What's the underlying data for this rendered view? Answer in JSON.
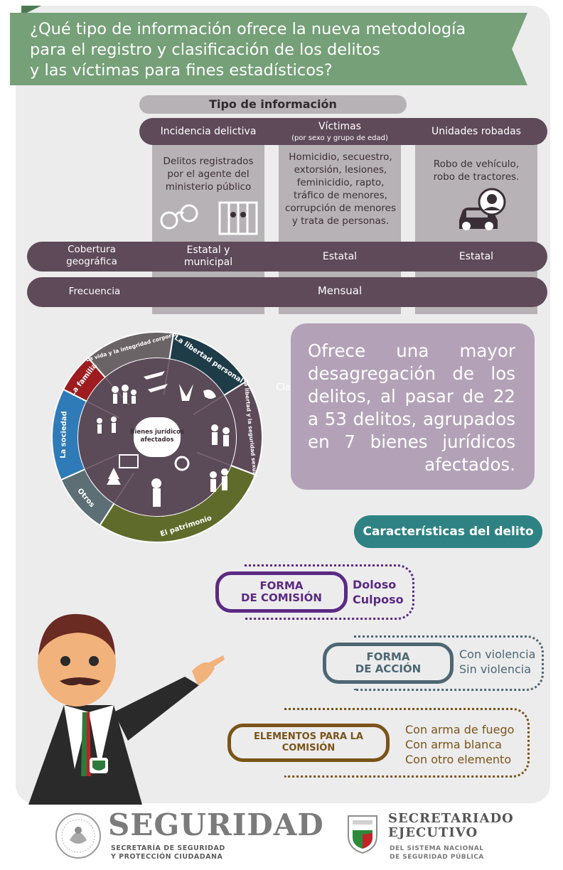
{
  "banner": {
    "title_line1": "¿Qué tipo de información ofrece la nueva metodología",
    "title_line2": "para el registro y clasificación de los delitos",
    "title_line3": "y las víctimas para fines estadísticos?"
  },
  "table": {
    "header": "Tipo de información",
    "columns": [
      {
        "title": "Incidencia delictiva",
        "subtitle": "",
        "description": "Delitos registrados por el agente del ministerio público"
      },
      {
        "title": "Víctimas",
        "subtitle": "(por sexo y grupo de edad)",
        "description": "Homicidio, secuestro, extorsión, lesiones, feminicidio, rapto, tráfico de menores, corrupción de menores y trata de personas."
      },
      {
        "title": "Unidades robadas",
        "subtitle": "",
        "description": "Robo de vehículo, robo de tractores."
      }
    ],
    "rows": [
      {
        "label_line1": "Cobertura",
        "label_line2": "geográfica",
        "values": [
          "Estatal y municipal",
          "Estatal",
          "Estatal"
        ]
      },
      {
        "label_line1": "Frecuencia",
        "label_line2": "",
        "values": [
          "Mensual"
        ]
      }
    ]
  },
  "wheel": {
    "center_label": "Bienes jurídicos afectados",
    "segments": [
      {
        "label": "La vida y la integridad corporal",
        "color": "#6b6466"
      },
      {
        "label": "La libertad personal",
        "color": "#1e3c48"
      },
      {
        "label": "La libertad y la seguridad sexual",
        "color": "#5d4a58"
      },
      {
        "label": "El patrimonio",
        "color": "#5f6b2a"
      },
      {
        "label": "Otros",
        "color": "#5b6f75"
      },
      {
        "label": "La sociedad",
        "color": "#2f7bb7"
      },
      {
        "label": "La familia",
        "color": "#9c1c1f"
      }
    ]
  },
  "callout": {
    "text": "Ofrece una mayor desagregación de los delitos, al pasar de 22 a 53 delitos, agrupados en 7 bienes jurídicos afectados."
  },
  "characteristics": {
    "title": "Características del delito",
    "items": [
      {
        "label_line1": "FORMA",
        "label_line2": "DE COMISIÓN",
        "options": [
          "Doloso",
          "Culposo"
        ],
        "color": "#5b2a82"
      },
      {
        "label_line1": "FORMA",
        "label_line2": "DE ACCIÓN",
        "options": [
          "Con violencia",
          "Sin violencia"
        ],
        "color": "#4d6772"
      },
      {
        "label_line1": "ELEMENTOS PARA LA",
        "label_line2": "COMISIÓN",
        "options": [
          "Con arma de fuego",
          "Con arma blanca",
          "Con otro elemento"
        ],
        "color": "#7a5418"
      }
    ]
  },
  "footer": {
    "left_title": "SEGURIDAD",
    "left_sub1": "SECRETARÍA DE SEGURIDAD",
    "left_sub2": "Y PROTECCIÓN CIUDADANA",
    "right_title1": "SECRETARIADO",
    "right_title2": "EJECUTIVO",
    "right_sub1": "DEL SISTEMA NACIONAL",
    "right_sub2": "DE SEGURIDAD PÚBLICA"
  }
}
